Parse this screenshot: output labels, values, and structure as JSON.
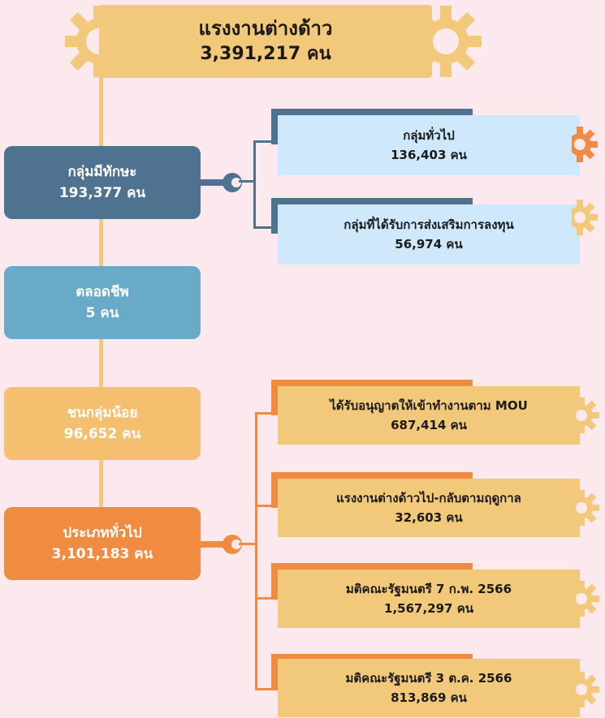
{
  "header": {
    "title": "แรงงานต่างด้าว",
    "total": "3,391,217 คน"
  },
  "categories": [
    {
      "label": "กลุ่มมีทักษะ",
      "value": "193,377 คน"
    },
    {
      "label": "ตลอดชีพ",
      "value": "5 คน"
    },
    {
      "label": "ชนกลุ่มน้อย",
      "value": "96,652 คน"
    },
    {
      "label": "ประเภททั่วไป",
      "value": "3,101,183 คน"
    }
  ],
  "skilled_subgroups": [
    {
      "label": "กลุ่มทั่วไป",
      "value": "136,403 คน"
    },
    {
      "label": "กลุ่มที่ได้รับการส่งเสริมการลงทุน",
      "value": "56,974 คน"
    }
  ],
  "general_subgroups": [
    {
      "label": "ได้รับอนุญาตให้เข้าทำงานตาม MOU",
      "value": "687,414 คน"
    },
    {
      "label": "แรงงานต่างด้าวไป-กลับตามฤดูกาล",
      "value": "32,603 คน"
    },
    {
      "label": "มติคณะรัฐมนตรี 7 ก.พ. 2566",
      "value": "1,567,297 คน"
    },
    {
      "label": "มติคณะรัฐมนตรี 3 ต.ค. 2566",
      "value": "813,869 คน"
    }
  ],
  "colors": {
    "background": "#fbe9ee",
    "gold": "#f2c87a",
    "steel_blue": "#4f7290",
    "light_blue": "#6aaac9",
    "pale_blue": "#cfe8fb",
    "peach": "#f4c06f",
    "orange": "#ef8c42"
  },
  "icons": [
    "gear-icon",
    "connector-icon"
  ]
}
